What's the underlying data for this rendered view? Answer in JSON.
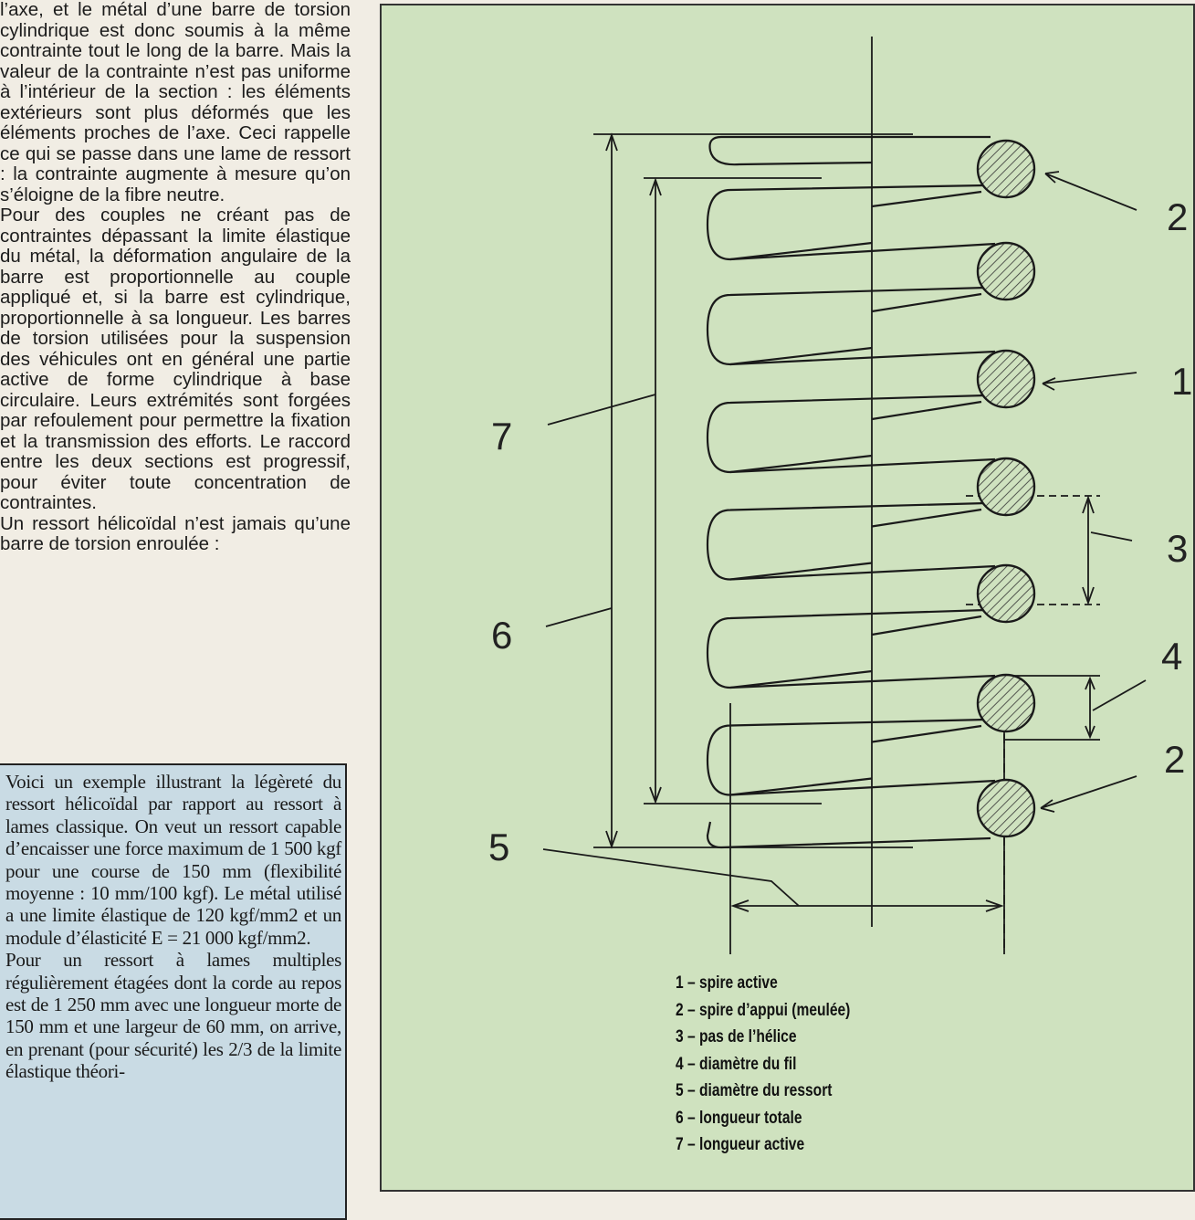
{
  "column_text": [
    "l’axe, et le métal d’une barre de torsion cylindrique est donc soumis à la même contrainte tout le long de la barre. Mais la valeur de la contrainte n’est pas uniforme à l’intérieur de la section : les éléments extérieurs sont plus déformés que les éléments proches de l’axe. Ceci rappelle ce qui se passe dans une lame de ressort : la contrainte augmente à mesure qu’on s’éloigne de la fibre neutre.",
    "Pour des couples ne créant pas de contraintes dépassant la limite élastique du métal, la déformation angulaire de la barre est proportionnelle au couple appliqué et, si la barre est cylindrique, proportionnelle à sa longueur. Les barres de torsion utilisées pour la suspension des véhicules ont en général une partie active de forme cylindrique à base circulaire. Leurs extrémités sont forgées par refoulement pour permettre la fixation et la transmission des efforts. Le raccord entre les deux sections est progressif, pour éviter toute concentration de contraintes.",
    "Un ressort hélicoïdal n’est jamais qu’une barre de torsion enroulée :"
  ],
  "box_text": [
    "Voici un exemple illustrant la légèreté du ressort hélicoïdal par rapport au ressort à lames classique. On veut un ressort capable d’encaisser une force maximum de 1 500 kgf pour une course de 150 mm (flexibilité moyenne : 10 mm/100 kgf). Le métal utilisé a une limite élastique de 120 kgf/mm2 et un module d’élasticité E = 21 000 kgf/mm2.",
    "Pour un ressort à lames multiples régulièrement étagées dont la corde au repos est de 1 250 mm avec une longueur morte de 150 mm et une largeur de 60 mm, on arrive, en prenant (pour sécurité) les 2/3 de la limite élastique théori-"
  ],
  "figure": {
    "callouts": {
      "n1": "1",
      "n2a": "2",
      "n2b": "2",
      "n3": "3",
      "n4": "4",
      "n5": "5",
      "n6": "6",
      "n7": "7"
    },
    "legend": [
      "1 – spire active",
      "2 – spire d’appui (meulée)",
      "3 – pas de l’hélice",
      "4 – diamètre du fil",
      "5 – diamètre du ressort",
      "6 – longueur totale",
      "7 – longueur active"
    ]
  }
}
